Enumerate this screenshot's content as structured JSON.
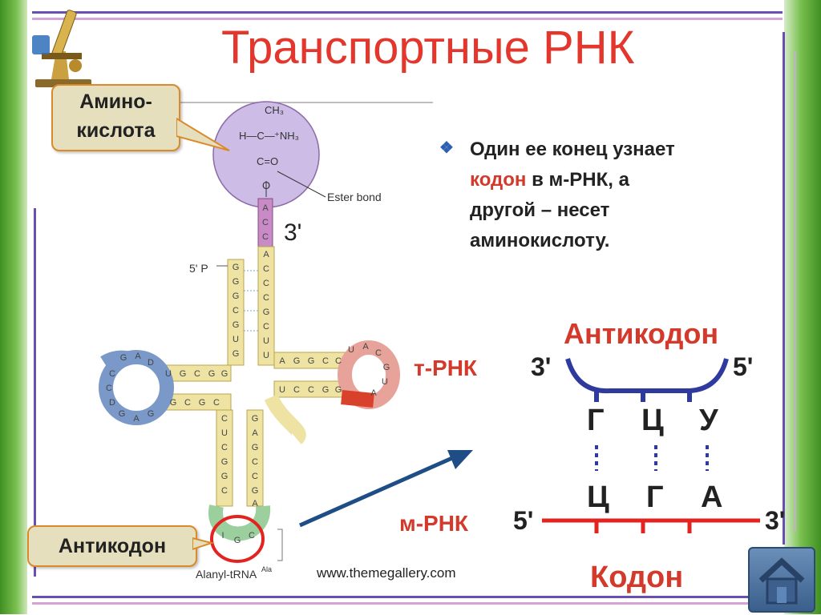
{
  "slide": {
    "title": "Транспортные РНК",
    "callout_amino": [
      "Амино-",
      "кислота"
    ],
    "callout_anticodon": "Антикодон",
    "bullet": {
      "icon": "diamond-bullet-icon",
      "line1": "Один ее конец узнает",
      "line2_red": "кодон",
      "line2_rest": " в м-РНК, а",
      "line3": "другой – несет",
      "line4": "аминокислоту."
    },
    "website": "www.themegallery.com"
  },
  "trna_figure": {
    "amino_group": {
      "ch3": "CH₃",
      "row2_left": "H—C—",
      "row2_right": "⁺NH₃",
      "co": "C=O",
      "o": "O"
    },
    "ester_label": "Ester bond",
    "end3_label": "3'",
    "end5_label": "5' P",
    "caption": "Alanyl-tRNA",
    "caption_sup": "Ala",
    "acceptor_bases": [
      "A",
      "C",
      "C"
    ],
    "stem_left": [
      "G",
      "G",
      "G",
      "C",
      "G",
      "U",
      "G"
    ],
    "stem_right": [
      "A",
      "C",
      "C",
      "C",
      "G",
      "C",
      "U",
      "U"
    ],
    "d_arm_stem": [
      "U",
      "G",
      "C",
      "G",
      "G"
    ],
    "d_loop": [
      "G",
      "A",
      "D",
      "C",
      "C",
      "D",
      "G",
      "A",
      "G"
    ],
    "d_arm_lower": [
      "G",
      "C",
      "G",
      "C"
    ],
    "t_arm_top": [
      "A",
      "G",
      "G",
      "C",
      "C"
    ],
    "t_arm_bottom": [
      "U",
      "C",
      "C",
      "G",
      "G"
    ],
    "t_loop": [
      "U",
      "A",
      "C",
      "G",
      "U",
      "A"
    ],
    "anticodon_stem_left": [
      "C",
      "U",
      "C",
      "G",
      "G",
      "C"
    ],
    "anticodon_stem_right": [
      "G",
      "A",
      "G",
      "C",
      "C",
      "G",
      "A"
    ],
    "anticodon_loop": [
      "I",
      "G",
      "C"
    ]
  },
  "codon_diagram": {
    "anticodon_title": "Антикодон",
    "codon_title": "Кодон",
    "trna_label": "т-РНК",
    "mrna_label": "м-РНК",
    "trna_left_end": "3'",
    "trna_right_end": "5'",
    "mrna_left_end": "5'",
    "mrna_right_end": "3'",
    "anticodon_bases": [
      "Г",
      "Ц",
      "У"
    ],
    "codon_bases": [
      "Ц",
      "Г",
      "А"
    ],
    "colors": {
      "trna": "#2e3a9e",
      "mrna": "#e3231f",
      "arrow": "#1f4e86",
      "title": "#e3372d"
    }
  }
}
